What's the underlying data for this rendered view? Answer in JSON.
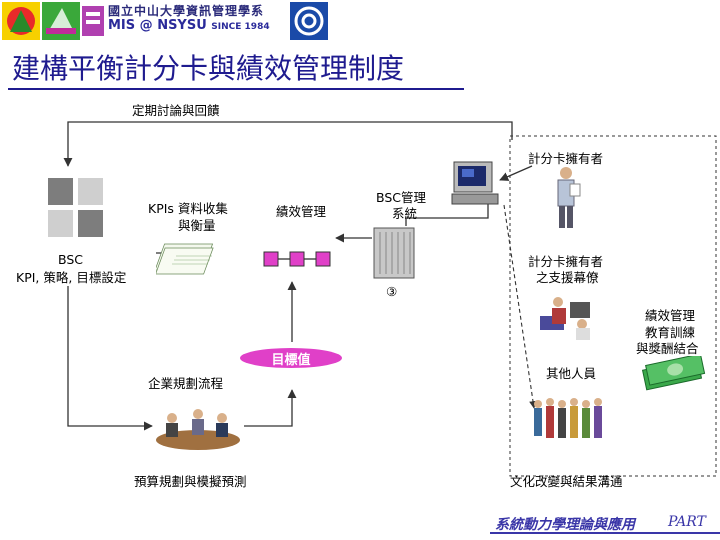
{
  "banner": {
    "university": "國立中山大學資訊管理學系",
    "mis": "MIS @ NSYSU",
    "since": "SINCE 1984"
  },
  "title": "建構平衡計分卡與績效管理制度",
  "labels": {
    "periodic_review": "定期討論與回饋",
    "scorecard_owner": "計分卡擁有者",
    "kpi_collect_1": "KPIs 資料收集",
    "kpi_collect_2": "與衡量",
    "performance_mgmt": "績效管理",
    "bsc_system_1": "BSC管理",
    "bsc_system_2": "系統",
    "bsc": "BSC",
    "kpi_strategy": "KPI, 策略, 目標設定",
    "owner_support_1": "計分卡擁有者",
    "owner_support_2": "之支援幕僚",
    "circle3": "③",
    "perf_training_1": "績效管理",
    "perf_training_2": "教育訓練",
    "perf_training_3": "與獎酬結合",
    "target_value": "目標值",
    "enterprise_planning": "企業規劃流程",
    "other_staff": "其他人員",
    "budget_planning": "預算規劃與模擬預測",
    "culture_change": "文化改變與結果溝通"
  },
  "footer": {
    "text": "系統動力學理論與應用",
    "part": "PART"
  },
  "colors": {
    "title": "#1f1b8f",
    "process_node": "#e040c8",
    "arrow": "#333333",
    "target_badge": "#e040c8"
  }
}
